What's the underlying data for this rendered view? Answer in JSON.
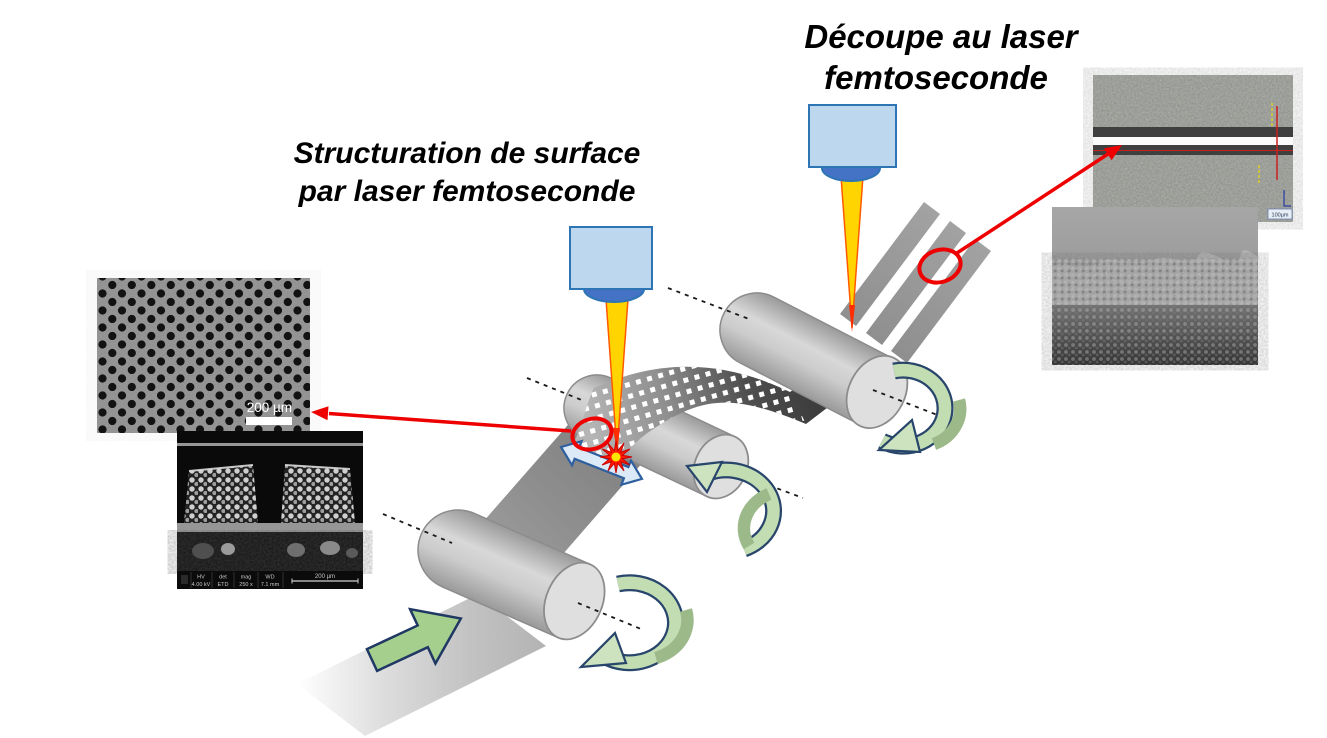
{
  "titles": {
    "surface": {
      "line1": "Structuration de surface",
      "line2": "par laser femtoseconde"
    },
    "cutting": {
      "line1": "Découpe au laser",
      "line2": "femtoseconde"
    }
  },
  "insets": {
    "surface_pattern_sem": {
      "scale_label": "200 µm"
    },
    "cross_section_sem": {
      "columns": [
        {
          "label": "HV",
          "value": "4.00 kV"
        },
        {
          "label": "det",
          "value": "ETD"
        },
        {
          "label": "mag",
          "value": "250 x"
        },
        {
          "label": "WD",
          "value": "7.1 mm"
        }
      ],
      "scale_label": "200 µm"
    },
    "cut_topview_optical": {
      "scale_label": "100µm"
    },
    "cut_edge_sem": {}
  },
  "colors": {
    "laser_head": "#bdd7ee",
    "laser_head_border": "#2e75b6",
    "laser_lens": "#4472c4",
    "laser_beam": "#ffd400",
    "laser_beam_edge": "#ff5a00",
    "spark": "#ff1a00",
    "spark_core": "#ffe600",
    "roller_face": "#dfdfdf",
    "roller_edge": "#8c8c8c",
    "rotation_arrow": "#c3ddb3",
    "rotation_arrow_dark": "#9cb98a",
    "rotation_arrow_outline": "#28456b",
    "feed_arrow": "#a5cf8d",
    "feed_arrow_outline": "#1f3864",
    "scan_arrow": "#dce9f6",
    "scan_arrow_outline": "#2e5f9e",
    "annotation_red": "#ee0000"
  }
}
